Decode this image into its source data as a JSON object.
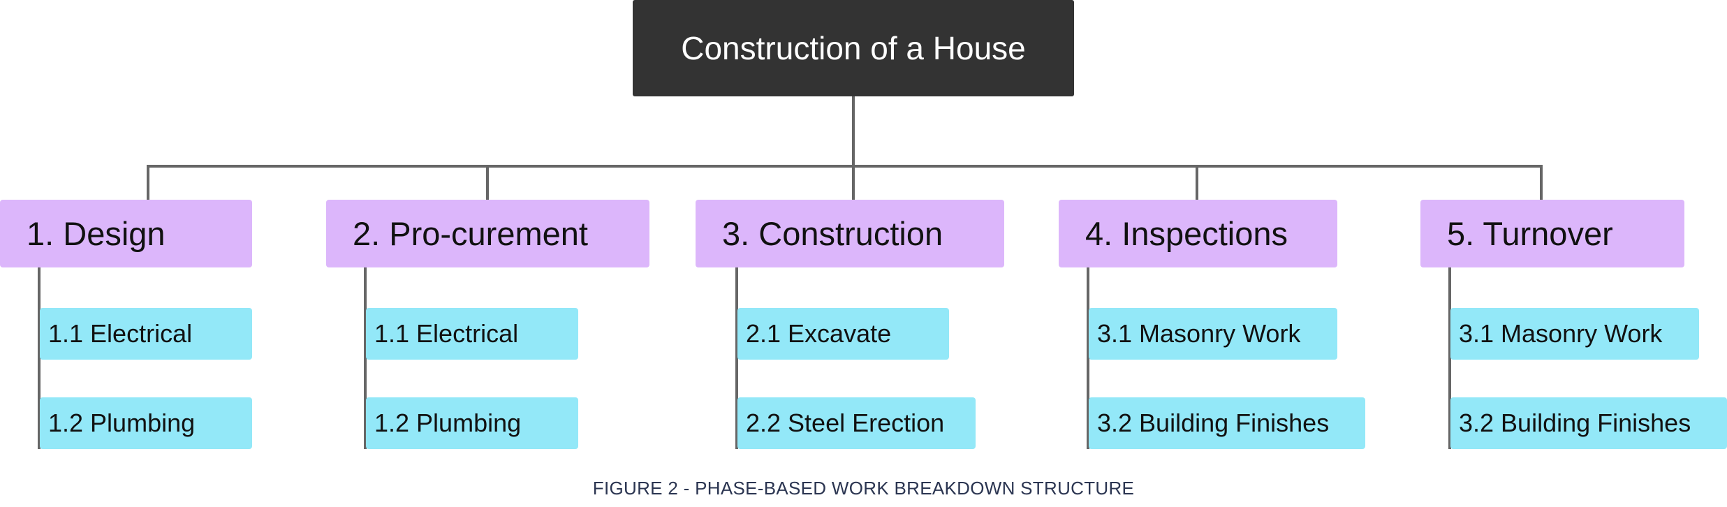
{
  "root": {
    "title": "Construction of a House"
  },
  "phases": [
    {
      "label": "1. Design",
      "tasks": [
        "1.1 Electrical",
        "1.2 Plumbing"
      ]
    },
    {
      "label": "2. Pro-curement",
      "tasks": [
        "1.1 Electrical",
        "1.2 Plumbing"
      ]
    },
    {
      "label": "3. Construction",
      "tasks": [
        "2.1 Excavate",
        "2.2 Steel Erection"
      ]
    },
    {
      "label": "4. Inspections",
      "tasks": [
        "3.1 Masonry Work",
        "3.2 Building Finishes"
      ]
    },
    {
      "label": "5. Turnover",
      "tasks": [
        "3.1 Masonry Work",
        "3.2 Building Finishes"
      ]
    }
  ],
  "caption": "FIGURE 2 - PHASE-BASED WORK BREAKDOWN STRUCTURE",
  "colors": {
    "root_fill": "#333333",
    "phase_fill": "#dcb6fb",
    "task_fill": "#93e8f8",
    "connector": "#666666"
  }
}
